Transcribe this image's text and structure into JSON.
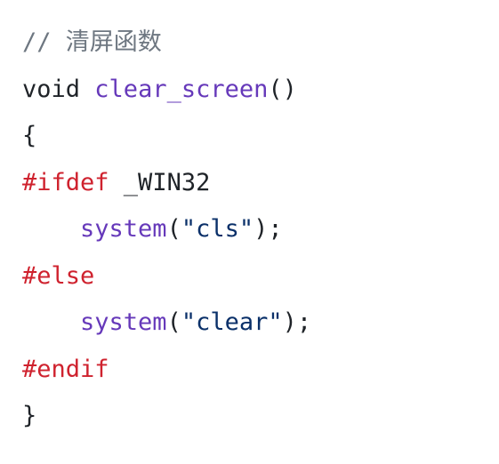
{
  "colors": {
    "comment": "#6e7781",
    "function": "#6639ba",
    "preprocessor": "#cf222e",
    "string": "#0a3069",
    "text": "#1f2328",
    "background": "#ffffff"
  },
  "code": {
    "line1": {
      "slashes": "// ",
      "comment": "清屏函数"
    },
    "line2": {
      "type": "void",
      "space": " ",
      "func": "clear_screen",
      "parens": "()"
    },
    "line3": {
      "brace": "{"
    },
    "line4": {
      "directive": "#ifdef",
      "macro": " _WIN32"
    },
    "line5": {
      "indent": "    ",
      "func": "system",
      "open": "(",
      "str": "\"cls\"",
      "close": ");"
    },
    "line6": {
      "directive": "#else"
    },
    "line7": {
      "indent": "    ",
      "func": "system",
      "open": "(",
      "str": "\"clear\"",
      "close": ");"
    },
    "line8": {
      "directive": "#endif"
    },
    "line9": {
      "brace": "}"
    }
  }
}
